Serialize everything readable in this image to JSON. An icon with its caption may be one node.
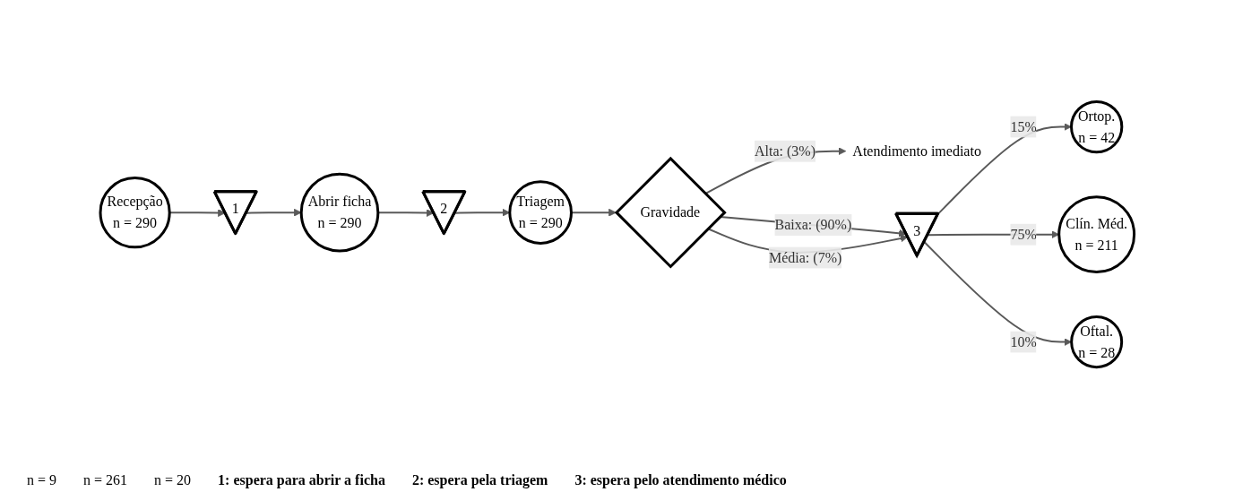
{
  "diagram": {
    "nodes": [
      {
        "text": [
          "Recepção",
          "n = 290"
        ]
      },
      {
        "text": [
          "1"
        ]
      },
      {
        "text": [
          "Abrir ficha",
          "n = 290"
        ]
      },
      {
        "text": [
          "2"
        ]
      },
      {
        "text": [
          "Triagem",
          "n = 290"
        ]
      },
      {
        "text": [
          "Gravidade"
        ]
      },
      {
        "text": [
          "Atendimento imediato"
        ]
      },
      {
        "text": [
          "3"
        ]
      },
      {
        "text": [
          "Ortop.",
          "n = 42"
        ]
      },
      {
        "text": [
          "Clín. Méd.",
          "n = 211"
        ]
      },
      {
        "text": [
          "Oftal.",
          "n = 28"
        ]
      }
    ],
    "edges": [
      {
        "from": 0,
        "to": 1,
        "arrow": "to"
      },
      {
        "from": 1,
        "to": 2,
        "arrow": "to"
      },
      {
        "from": 2,
        "to": 3,
        "arrow": "to"
      },
      {
        "from": 3,
        "to": 4,
        "arrow": "to"
      },
      {
        "from": 4,
        "to": 5,
        "arrow": "to"
      },
      {
        "from": 5,
        "to": 6,
        "arrow": "to",
        "label": "Alta: (3%)"
      },
      {
        "from": 5,
        "to": 7,
        "arrow": "to",
        "label": "Baixa: (90%)"
      },
      {
        "from": 5,
        "to": 7,
        "arrow": "to",
        "label": "Média: (7%)"
      },
      {
        "from": 7,
        "to": 8,
        "arrow": "to",
        "label": "15%"
      },
      {
        "from": 7,
        "to": 9,
        "arrow": "to",
        "label": "75%"
      },
      {
        "from": 7,
        "to": 10,
        "arrow": "to",
        "label": "10%"
      }
    ],
    "labels": [
      "n = 9",
      "n = 261",
      "n = 20",
      "1: espera para abrir a ficha",
      "2: espera pela triagem",
      "3: espera pelo atendimento médico"
    ]
  }
}
